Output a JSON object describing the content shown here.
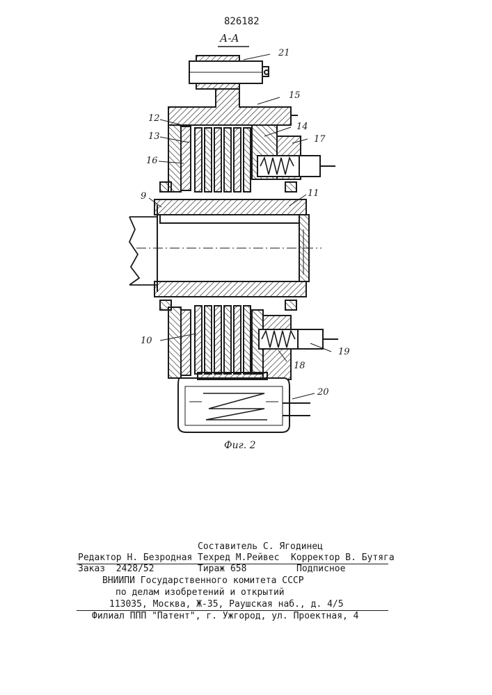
{
  "header": {
    "patent_number": "826182"
  },
  "figure": {
    "section_label": "А-А",
    "caption": "Фиг. 2",
    "callouts": {
      "n9": "9",
      "n10": "10",
      "n11": "11",
      "n12": "12",
      "n13": "13",
      "n14": "14",
      "n15": "15",
      "n16": "16",
      "n17": "17",
      "n18": "18",
      "n19": "19",
      "n20": "20",
      "n21": "21"
    }
  },
  "imprint": {
    "compiler": "Составитель С. Ягодинец",
    "editor": "Редактор Н. Безродная",
    "techred": "Техред М.Рейвес",
    "corrector": "Корректор В. Бутяга",
    "order": "Заказ  2428/52",
    "circulation": "Тираж 658",
    "subscription": "Подписное",
    "org_line1": "ВНИИПИ Государственного комитета СССР",
    "org_line2": "по делам изобретений и открытий",
    "address": "113035, Москва, Ж-35, Раушская наб., д. 4/5",
    "branch": "Филиал ППП \"Патент\", г. Ужгород, ул. Проектная, 4"
  }
}
